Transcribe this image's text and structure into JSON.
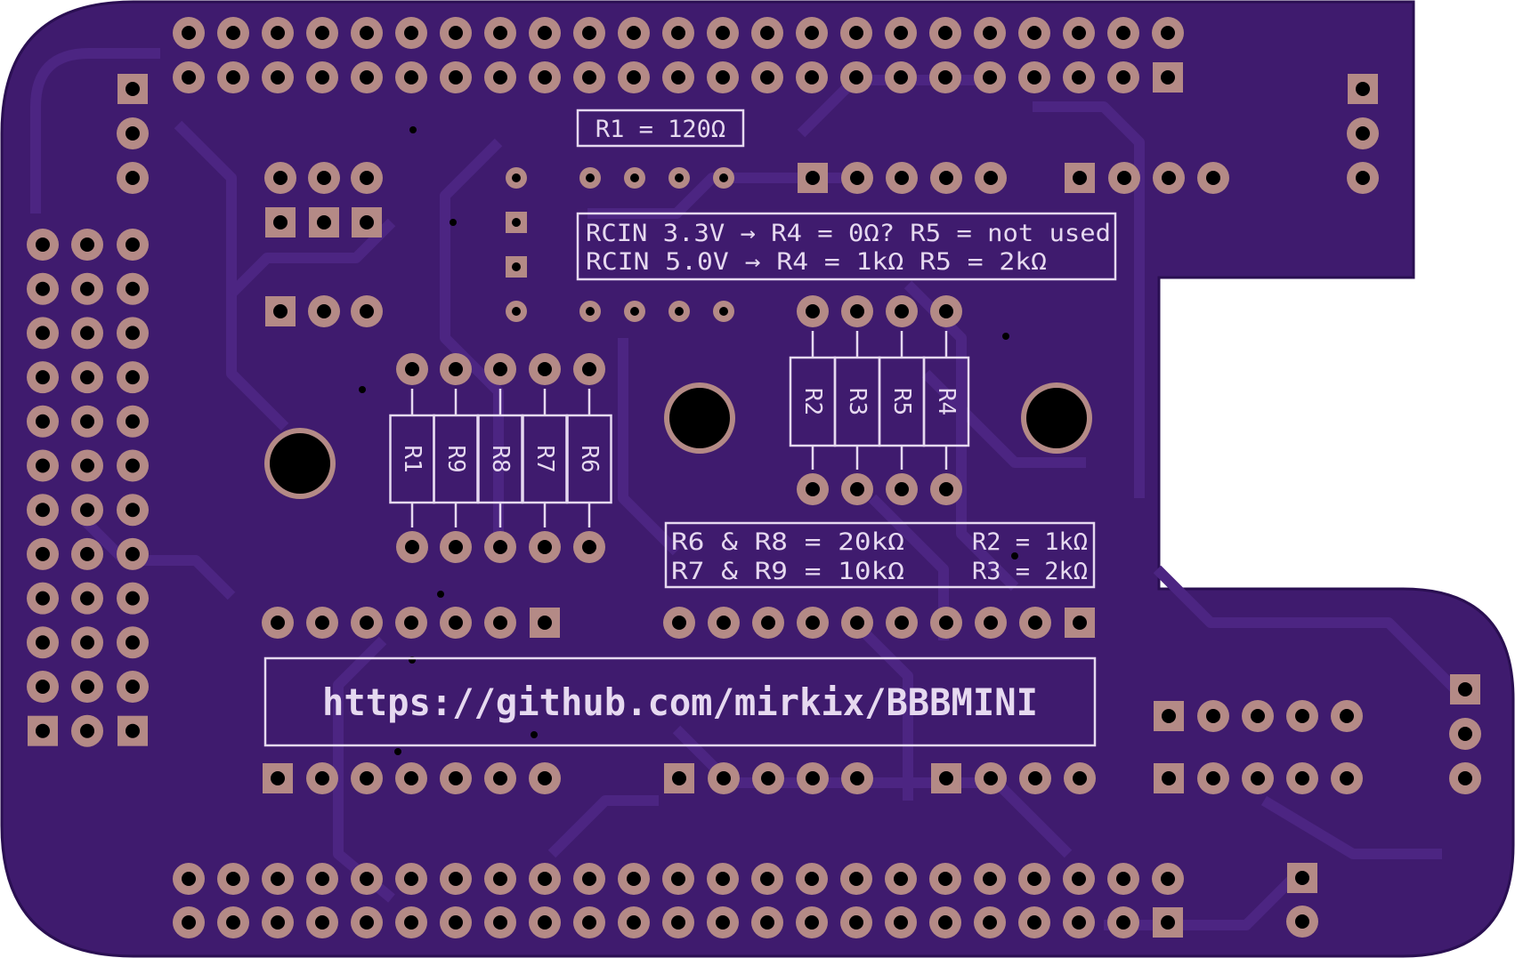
{
  "board": {
    "colors": {
      "substrate": "#3f1b6e",
      "substrate_edge": "#2a0f52",
      "trace": "#4c2582",
      "pad": "#b48a86",
      "hole": "#000000",
      "silk": "#e6d9f0"
    }
  },
  "notes": {
    "r1": "R1 = 120Ω",
    "rcin_33": "RCIN 3.3V → R4 = 0Ω? R5 = not used",
    "rcin_50": "RCIN 5.0V → R4 = 1kΩ R5 = 2kΩ",
    "divider_line1_left": "R6 & R8 = 20kΩ",
    "divider_line1_right": "R2 = 1kΩ",
    "divider_line2_left": "R7 & R9 = 10kΩ",
    "divider_line2_right": "R3 = 2kΩ",
    "url": "https://github.com/mirkix/BBBMINI"
  },
  "resistors_left": [
    "R1",
    "R9",
    "R8",
    "R7",
    "R6"
  ],
  "resistors_right": [
    "R2",
    "R3",
    "R5",
    "R4"
  ]
}
